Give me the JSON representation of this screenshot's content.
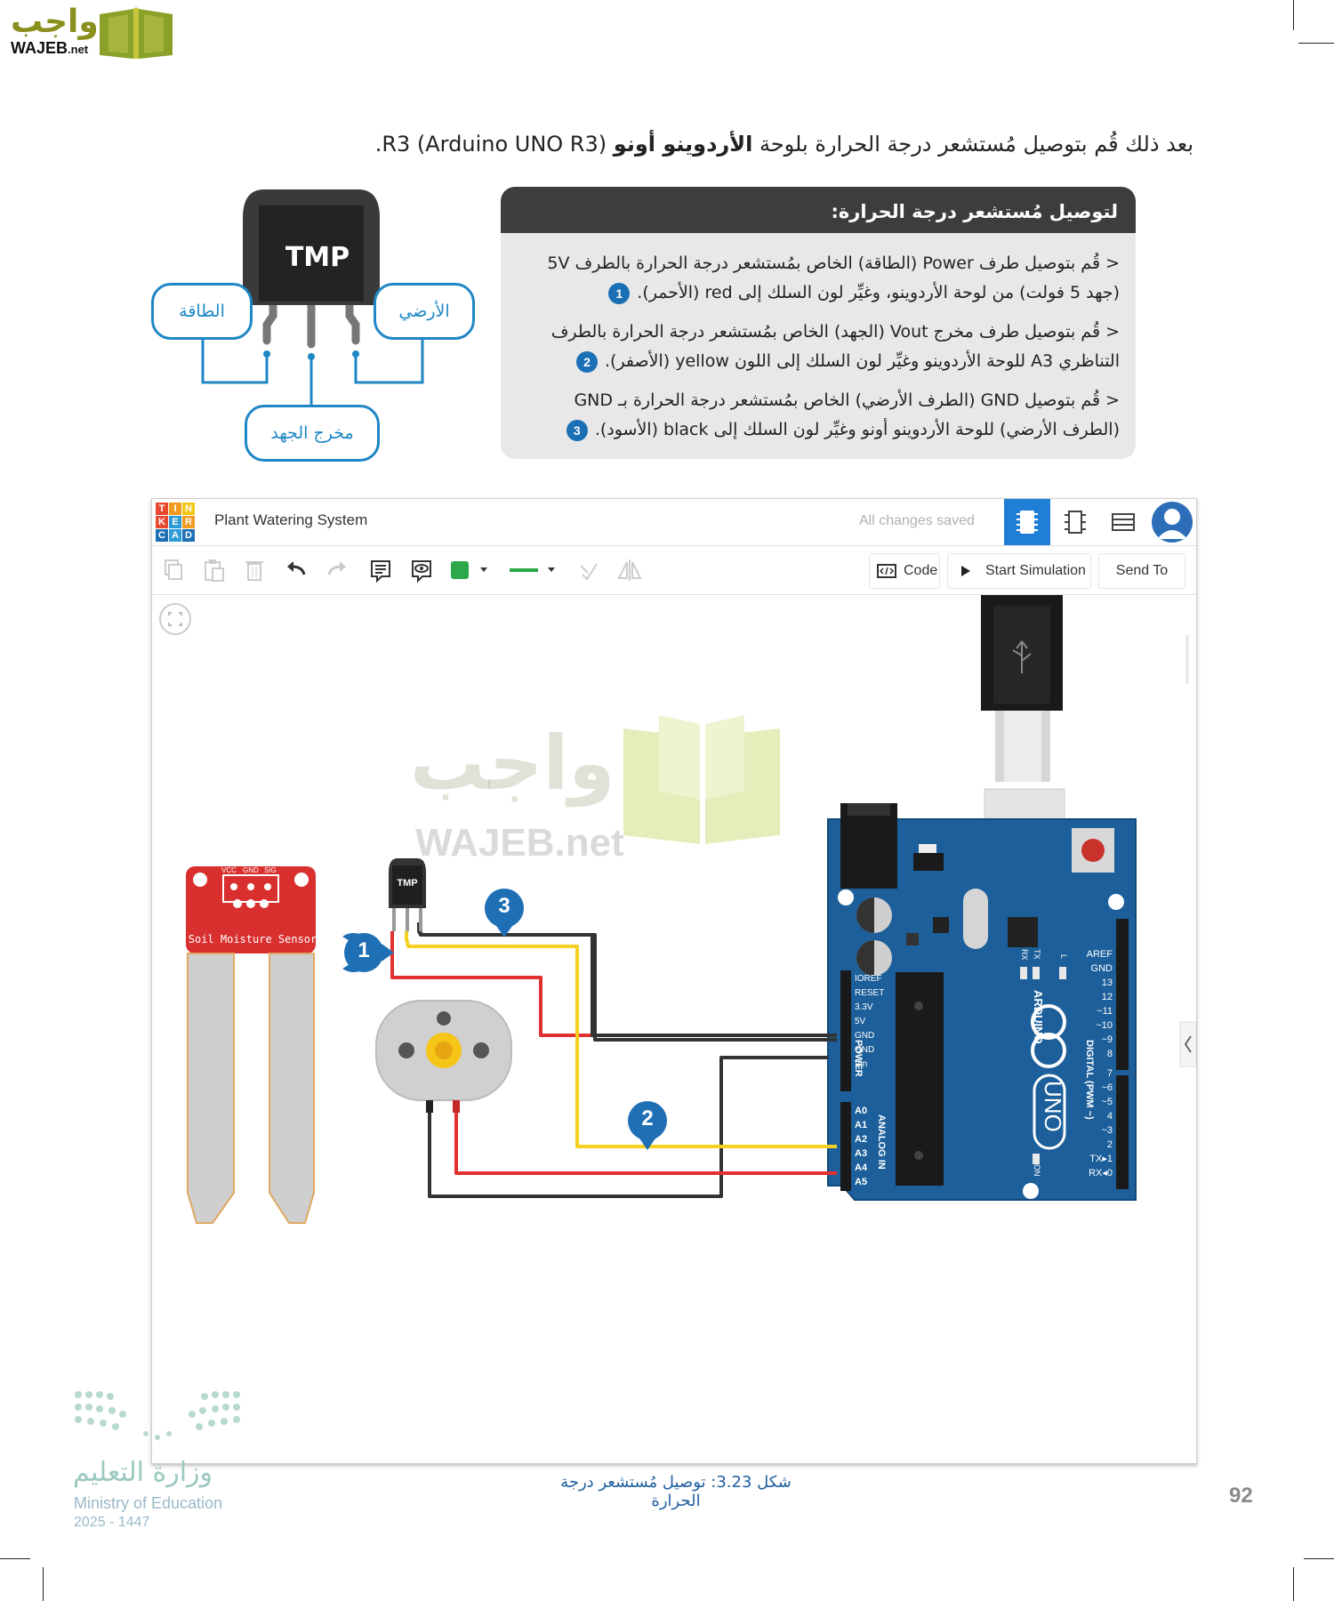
{
  "logo": {
    "arabic": "واجب",
    "latin": "WAJEB",
    "suffix": ".net"
  },
  "intro": {
    "part1": "بعد ذلك قُم بتوصيل مُستشعر درجة الحرارة بلوحة ",
    "bold": "الأردوينو أونو",
    "part2": " R3 (Arduino UNO R3)."
  },
  "instructions": {
    "heading": "لتوصيل مُستشعر درجة الحرارة:",
    "items": [
      {
        "line1": "< قُم بتوصيل طرف Power (الطاقة) الخاص بمُستشعر درجة الحرارة بالطرف 5V",
        "line2": "(جهد 5 فولت) من لوحة الأردوينو، وغيِّر لون السلك إلى red (الأحمر).",
        "num": "1"
      },
      {
        "line1": "< قُم بتوصيل طرف مخرج Vout (الجهد) الخاص بمُستشعر درجة الحرارة بالطرف",
        "line2": "التناظري A3 للوحة الأردوينو وغيِّر لون السلك إلى اللون yellow (الأصفر).",
        "num": "2"
      },
      {
        "line1": "< قُم بتوصيل GND (الطرف الأرضي) الخاص بمُستشعر درجة الحرارة بـ GND",
        "line2": "(الطرف الأرضي) للوحة الأردوينو أونو وغيِّر لون السلك إلى black (الأسود).",
        "num": "3"
      }
    ]
  },
  "diagram": {
    "chip_label": "TMP",
    "power_label": "الطاقة",
    "ground_label": "الأرضي",
    "output_label": "مخرج الجهد"
  },
  "tinkercad": {
    "logo_letters": [
      "T",
      "I",
      "N",
      "K",
      "E",
      "R",
      "C",
      "A",
      "D"
    ],
    "logo_colors": [
      "#e8492e",
      "#f29a1f",
      "#f3c718",
      "#e8492e",
      "#2e9bd6",
      "#f29a1f",
      "#1f6fb5",
      "#2e9bd6",
      "#1f6fb5"
    ],
    "project_title": "Plant Watering System",
    "save_status": "All changes saved",
    "code_label": "Code",
    "start_label": "Start Simulation",
    "send_label": "Send To",
    "fill_color": "#2ca84a",
    "accent_color": "#1f7fd6"
  },
  "circuit": {
    "sensor_label": "Soil Moisture Sensor",
    "sensor_pins": [
      "VCC",
      "GND",
      "SIG"
    ],
    "tmp_label": "TMP",
    "markers": [
      "1",
      "2",
      "3"
    ],
    "power_pins": [
      "IOREF",
      "RESET",
      "3.3V",
      "5V",
      "GND",
      "GND",
      "Vin"
    ],
    "power_header": "POWER",
    "analog_pins": [
      "A0",
      "A1",
      "A2",
      "A3",
      "A4",
      "A5"
    ],
    "analog_header": "ANALOG IN",
    "digital_pins": [
      "AREF",
      "GND",
      "13",
      "12",
      "~11",
      "~10",
      "~9",
      "8",
      "7",
      "~6",
      "~5",
      "4",
      "~3",
      "2",
      "TX▸1",
      "RX◂0"
    ],
    "digital_header": "DIGITAL (PWM ~)",
    "board_brand": "ARDUINO",
    "board_model": "UNO",
    "led_labels": [
      "RX",
      "TX",
      "L"
    ],
    "on_label": "ON",
    "watermark_ar": "واجب",
    "watermark_en": "WAJEB.net",
    "wire_red": "#e03030",
    "wire_yellow": "#f5d020",
    "wire_black": "#333333"
  },
  "footer": {
    "caption": "شكل 3.23: توصيل مُستشعر درجة الحرارة",
    "page_number": "92",
    "ministry_ar": "وزارة التعليم",
    "ministry_en": "Ministry of Education",
    "year": "2025 - 1447"
  }
}
